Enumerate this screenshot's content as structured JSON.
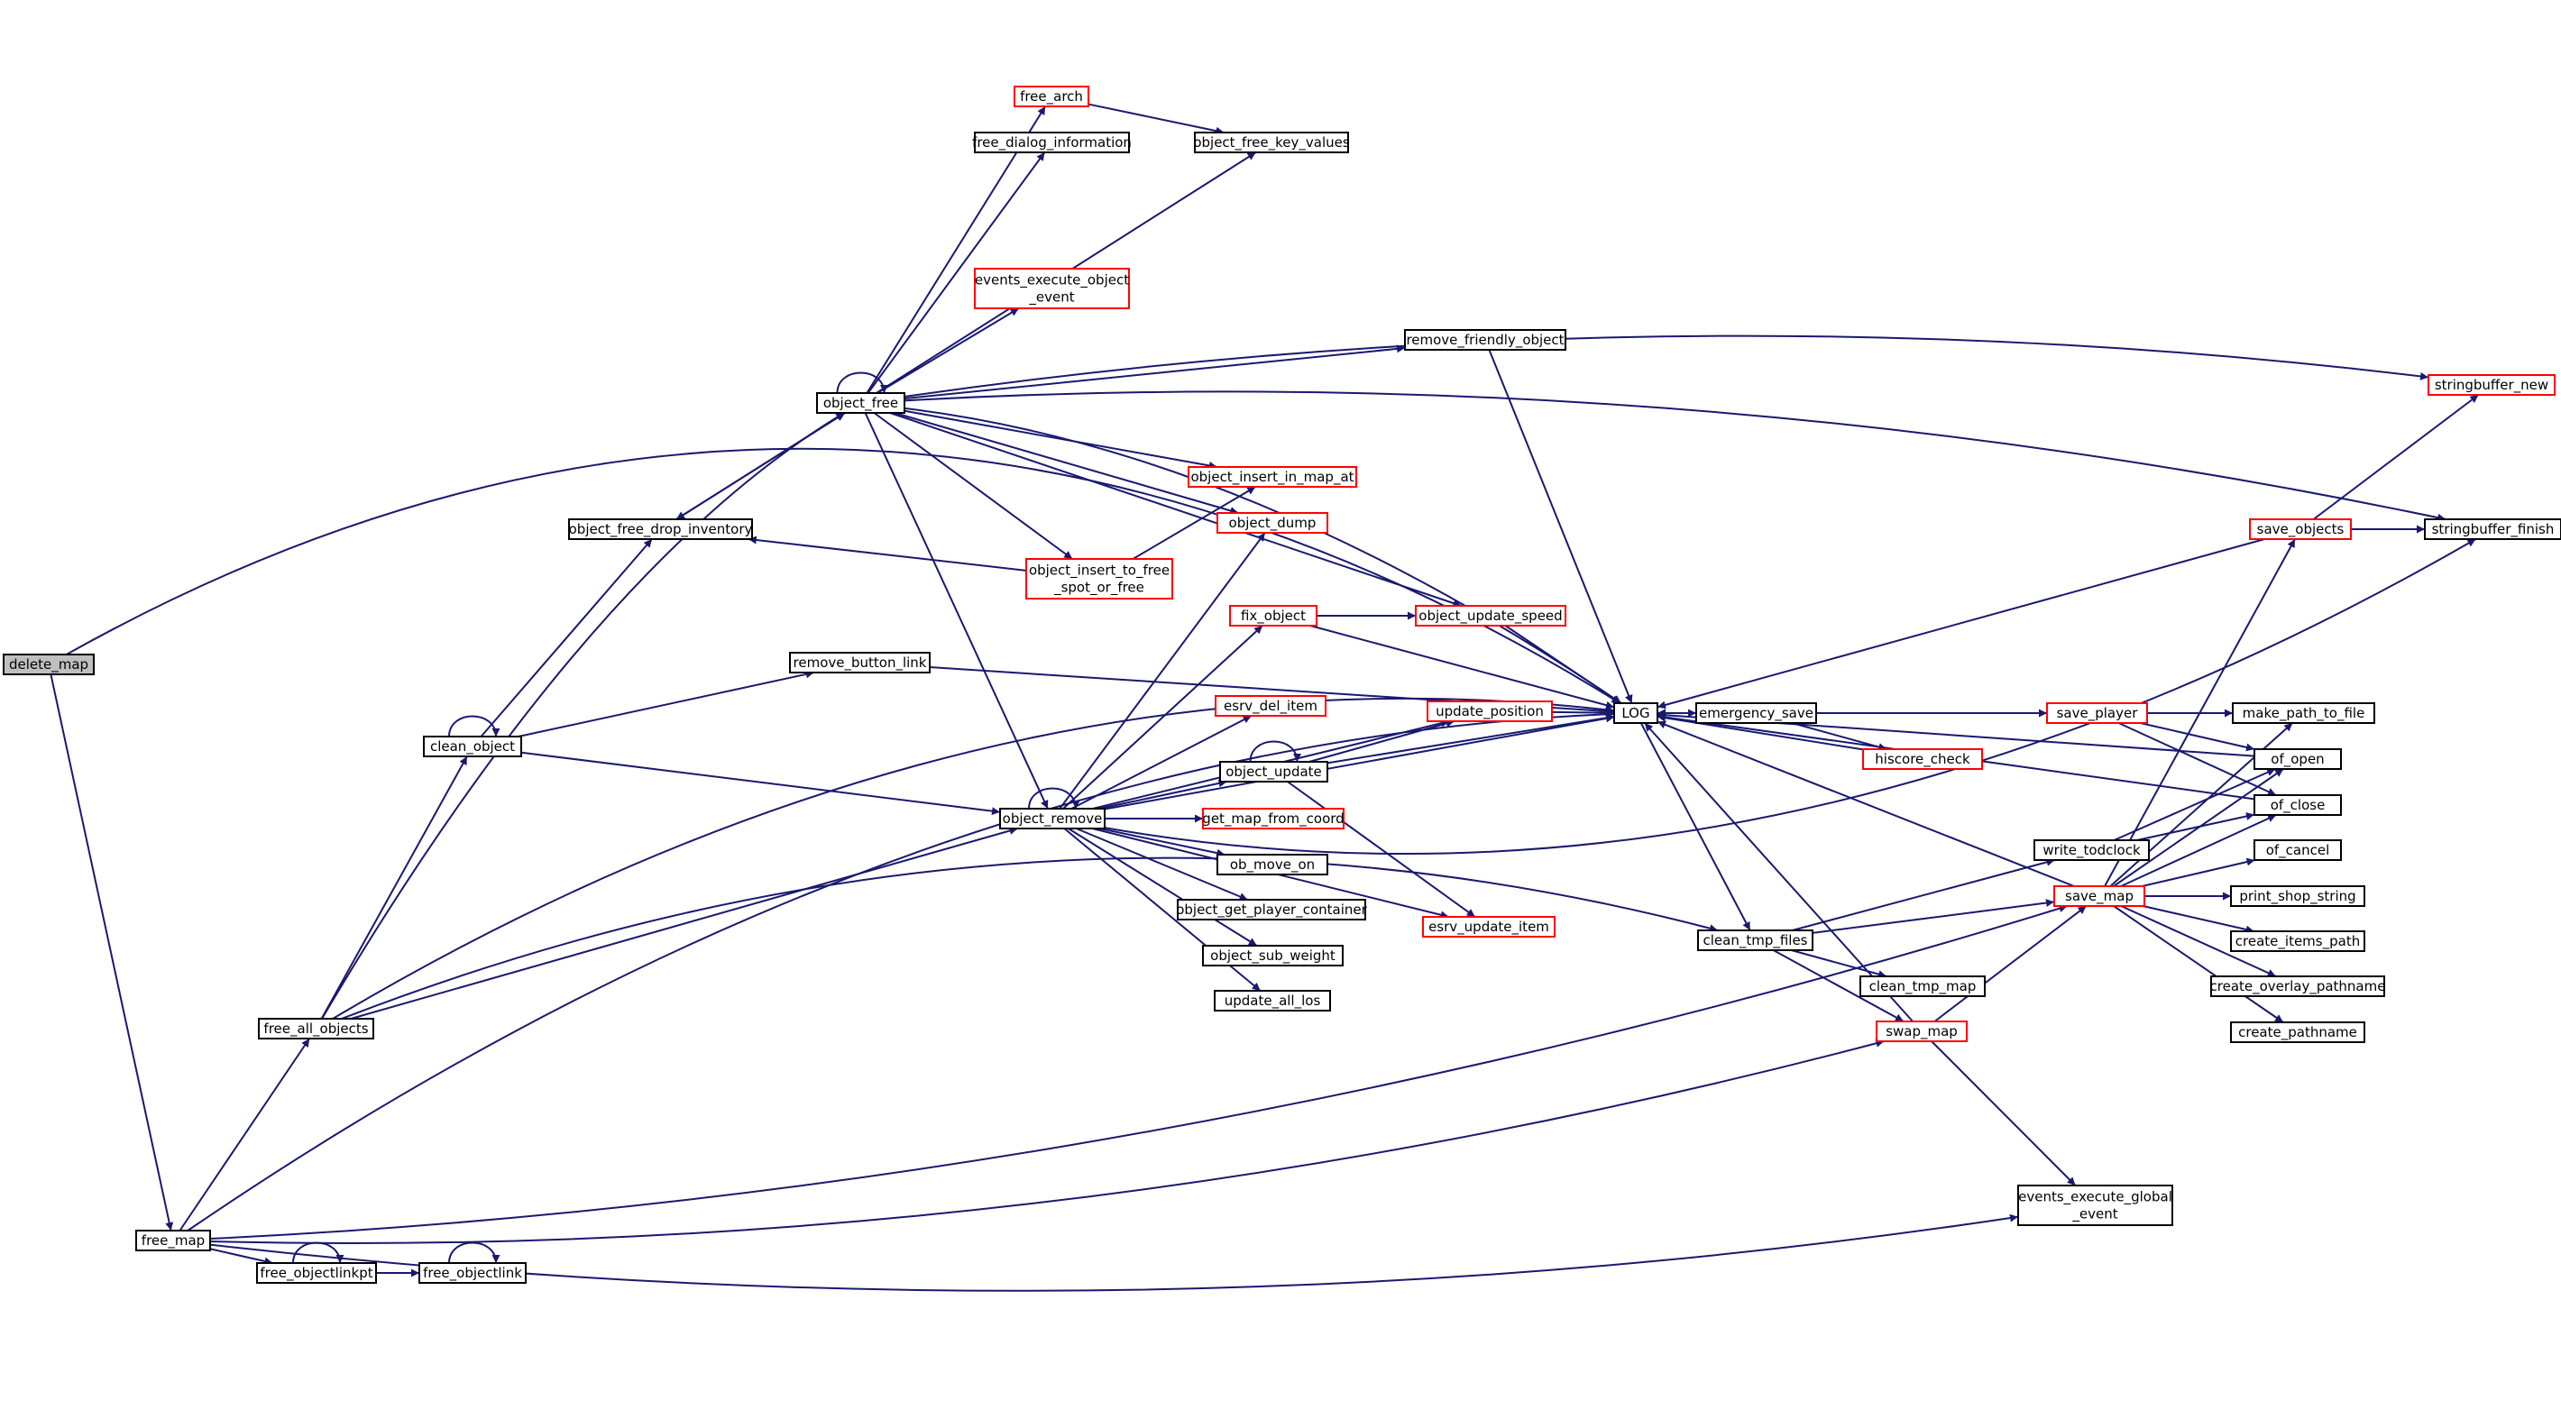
{
  "graph": {
    "nodes": [
      {
        "id": "delete_map",
        "lines": [
          "delete_map"
        ],
        "type": "root"
      },
      {
        "id": "free_map",
        "lines": [
          "free_map"
        ],
        "type": "normal"
      },
      {
        "id": "free_all_objects",
        "lines": [
          "free_all_objects"
        ],
        "type": "normal"
      },
      {
        "id": "free_objectlinkpt",
        "lines": [
          "free_objectlinkpt"
        ],
        "type": "normal"
      },
      {
        "id": "free_objectlink",
        "lines": [
          "free_objectlink"
        ],
        "type": "normal"
      },
      {
        "id": "clean_object",
        "lines": [
          "clean_object"
        ],
        "type": "normal"
      },
      {
        "id": "object_free_drop_inventory",
        "lines": [
          "object_free_drop_inventory"
        ],
        "type": "normal"
      },
      {
        "id": "object_free",
        "lines": [
          "object_free"
        ],
        "type": "normal"
      },
      {
        "id": "remove_button_link",
        "lines": [
          "remove_button_link"
        ],
        "type": "normal"
      },
      {
        "id": "free_arch",
        "lines": [
          "free_arch"
        ],
        "type": "red"
      },
      {
        "id": "free_dialog_information",
        "lines": [
          "free_dialog_information"
        ],
        "type": "normal"
      },
      {
        "id": "object_free_key_values",
        "lines": [
          "object_free_key_values"
        ],
        "type": "normal"
      },
      {
        "id": "events_execute_object_event",
        "lines": [
          "events_execute_object",
          "_event"
        ],
        "type": "red"
      },
      {
        "id": "remove_friendly_object",
        "lines": [
          "remove_friendly_object"
        ],
        "type": "normal"
      },
      {
        "id": "object_insert_in_map_at",
        "lines": [
          "object_insert_in_map_at"
        ],
        "type": "red"
      },
      {
        "id": "object_dump",
        "lines": [
          "object_dump"
        ],
        "type": "red"
      },
      {
        "id": "object_insert_to_free_spot_or_free",
        "lines": [
          "object_insert_to_free",
          "_spot_or_free"
        ],
        "type": "red"
      },
      {
        "id": "fix_object",
        "lines": [
          "fix_object"
        ],
        "type": "red"
      },
      {
        "id": "object_update_speed",
        "lines": [
          "object_update_speed"
        ],
        "type": "red"
      },
      {
        "id": "esrv_del_item",
        "lines": [
          "esrv_del_item"
        ],
        "type": "red"
      },
      {
        "id": "update_position",
        "lines": [
          "update_position"
        ],
        "type": "red"
      },
      {
        "id": "object_update",
        "lines": [
          "object_update"
        ],
        "type": "normal"
      },
      {
        "id": "object_remove",
        "lines": [
          "object_remove"
        ],
        "type": "normal"
      },
      {
        "id": "get_map_from_coord",
        "lines": [
          "get_map_from_coord"
        ],
        "type": "red"
      },
      {
        "id": "ob_move_on",
        "lines": [
          "ob_move_on"
        ],
        "type": "normal"
      },
      {
        "id": "object_get_player_container",
        "lines": [
          "object_get_player_container"
        ],
        "type": "normal"
      },
      {
        "id": "object_sub_weight",
        "lines": [
          "object_sub_weight"
        ],
        "type": "normal"
      },
      {
        "id": "update_all_los",
        "lines": [
          "update_all_los"
        ],
        "type": "normal"
      },
      {
        "id": "esrv_update_item",
        "lines": [
          "esrv_update_item"
        ],
        "type": "red"
      },
      {
        "id": "LOG",
        "lines": [
          "LOG"
        ],
        "type": "normal"
      },
      {
        "id": "emergency_save",
        "lines": [
          "emergency_save"
        ],
        "type": "normal"
      },
      {
        "id": "hiscore_check",
        "lines": [
          "hiscore_check"
        ],
        "type": "red"
      },
      {
        "id": "save_player",
        "lines": [
          "save_player"
        ],
        "type": "red"
      },
      {
        "id": "clean_tmp_files",
        "lines": [
          "clean_tmp_files"
        ],
        "type": "normal"
      },
      {
        "id": "clean_tmp_map",
        "lines": [
          "clean_tmp_map"
        ],
        "type": "normal"
      },
      {
        "id": "swap_map",
        "lines": [
          "swap_map"
        ],
        "type": "red"
      },
      {
        "id": "write_todclock",
        "lines": [
          "write_todclock"
        ],
        "type": "normal"
      },
      {
        "id": "save_map",
        "lines": [
          "save_map"
        ],
        "type": "red"
      },
      {
        "id": "events_execute_global_event",
        "lines": [
          "events_execute_global",
          "_event"
        ],
        "type": "normal"
      },
      {
        "id": "save_objects",
        "lines": [
          "save_objects"
        ],
        "type": "red"
      },
      {
        "id": "stringbuffer_new",
        "lines": [
          "stringbuffer_new"
        ],
        "type": "red"
      },
      {
        "id": "stringbuffer_finish",
        "lines": [
          "stringbuffer_finish"
        ],
        "type": "normal"
      },
      {
        "id": "make_path_to_file",
        "lines": [
          "make_path_to_file"
        ],
        "type": "normal"
      },
      {
        "id": "of_open",
        "lines": [
          "of_open"
        ],
        "type": "normal"
      },
      {
        "id": "of_close",
        "lines": [
          "of_close"
        ],
        "type": "normal"
      },
      {
        "id": "of_cancel",
        "lines": [
          "of_cancel"
        ],
        "type": "normal"
      },
      {
        "id": "print_shop_string",
        "lines": [
          "print_shop_string"
        ],
        "type": "normal"
      },
      {
        "id": "create_items_path",
        "lines": [
          "create_items_path"
        ],
        "type": "normal"
      },
      {
        "id": "create_overlay_pathname",
        "lines": [
          "create_overlay_pathname"
        ],
        "type": "normal"
      },
      {
        "id": "create_pathname",
        "lines": [
          "create_pathname"
        ],
        "type": "normal"
      }
    ],
    "edges": [
      [
        "delete_map",
        "free_map"
      ],
      [
        "delete_map",
        "LOG"
      ],
      [
        "free_map",
        "free_all_objects"
      ],
      [
        "free_map",
        "free_objectlinkpt"
      ],
      [
        "free_map",
        "LOG"
      ],
      [
        "free_map",
        "swap_map"
      ],
      [
        "free_map",
        "save_map"
      ],
      [
        "free_map",
        "events_execute_global_event"
      ],
      [
        "free_objectlinkpt",
        "free_objectlinkpt"
      ],
      [
        "free_objectlinkpt",
        "free_objectlink"
      ],
      [
        "free_objectlink",
        "free_objectlink"
      ],
      [
        "free_all_objects",
        "clean_object"
      ],
      [
        "free_all_objects",
        "object_free"
      ],
      [
        "free_all_objects",
        "object_remove"
      ],
      [
        "free_all_objects",
        "LOG"
      ],
      [
        "free_all_objects",
        "clean_tmp_files"
      ],
      [
        "clean_object",
        "clean_object"
      ],
      [
        "clean_object",
        "object_free_drop_inventory"
      ],
      [
        "clean_object",
        "remove_button_link"
      ],
      [
        "clean_object",
        "object_remove"
      ],
      [
        "object_free_drop_inventory",
        "object_free"
      ],
      [
        "object_free",
        "object_free_drop_inventory"
      ],
      [
        "object_free",
        "object_free"
      ],
      [
        "object_free",
        "free_arch"
      ],
      [
        "object_free",
        "free_dialog_information"
      ],
      [
        "object_free",
        "object_free_key_values"
      ],
      [
        "object_free",
        "events_execute_object_event"
      ],
      [
        "object_free",
        "remove_friendly_object"
      ],
      [
        "object_free",
        "object_insert_in_map_at"
      ],
      [
        "object_free",
        "object_dump"
      ],
      [
        "object_free",
        "object_insert_to_free_spot_or_free"
      ],
      [
        "object_free",
        "object_update_speed"
      ],
      [
        "object_free",
        "object_remove"
      ],
      [
        "object_free",
        "LOG"
      ],
      [
        "object_free",
        "stringbuffer_new"
      ],
      [
        "object_free",
        "stringbuffer_finish"
      ],
      [
        "free_arch",
        "object_free_key_values"
      ],
      [
        "remove_friendly_object",
        "LOG"
      ],
      [
        "object_insert_to_free_spot_or_free",
        "object_free_drop_inventory"
      ],
      [
        "object_insert_to_free_spot_or_free",
        "object_insert_in_map_at"
      ],
      [
        "remove_button_link",
        "LOG"
      ],
      [
        "object_remove",
        "object_remove"
      ],
      [
        "object_remove",
        "object_dump"
      ],
      [
        "object_remove",
        "fix_object"
      ],
      [
        "object_remove",
        "esrv_del_item"
      ],
      [
        "object_remove",
        "update_position"
      ],
      [
        "object_remove",
        "object_update"
      ],
      [
        "object_remove",
        "get_map_from_coord"
      ],
      [
        "object_remove",
        "ob_move_on"
      ],
      [
        "object_remove",
        "object_get_player_container"
      ],
      [
        "object_remove",
        "object_sub_weight"
      ],
      [
        "object_remove",
        "update_all_los"
      ],
      [
        "object_remove",
        "esrv_update_item"
      ],
      [
        "object_remove",
        "LOG"
      ],
      [
        "object_remove",
        "stringbuffer_finish"
      ],
      [
        "fix_object",
        "object_update_speed"
      ],
      [
        "fix_object",
        "LOG"
      ],
      [
        "object_update_speed",
        "LOG"
      ],
      [
        "object_update",
        "object_update"
      ],
      [
        "object_update",
        "update_position"
      ],
      [
        "object_update",
        "LOG"
      ],
      [
        "object_update",
        "esrv_update_item"
      ],
      [
        "update_position",
        "LOG"
      ],
      [
        "LOG",
        "emergency_save"
      ],
      [
        "LOG",
        "clean_tmp_files"
      ],
      [
        "emergency_save",
        "LOG"
      ],
      [
        "emergency_save",
        "save_player"
      ],
      [
        "emergency_save",
        "hiscore_check"
      ],
      [
        "hiscore_check",
        "LOG"
      ],
      [
        "save_player",
        "LOG"
      ],
      [
        "save_player",
        "make_path_to_file"
      ],
      [
        "save_player",
        "of_open"
      ],
      [
        "save_player",
        "of_close"
      ],
      [
        "clean_tmp_files",
        "write_todclock"
      ],
      [
        "clean_tmp_files",
        "save_map"
      ],
      [
        "clean_tmp_files",
        "clean_tmp_map"
      ],
      [
        "clean_tmp_files",
        "swap_map"
      ],
      [
        "swap_map",
        "LOG"
      ],
      [
        "swap_map",
        "save_map"
      ],
      [
        "swap_map",
        "events_execute_global_event"
      ],
      [
        "write_todclock",
        "of_open"
      ],
      [
        "write_todclock",
        "of_close"
      ],
      [
        "save_map",
        "LOG"
      ],
      [
        "save_map",
        "save_objects"
      ],
      [
        "save_map",
        "make_path_to_file"
      ],
      [
        "save_map",
        "of_open"
      ],
      [
        "save_map",
        "of_close"
      ],
      [
        "save_map",
        "of_cancel"
      ],
      [
        "save_map",
        "print_shop_string"
      ],
      [
        "save_map",
        "create_items_path"
      ],
      [
        "save_map",
        "create_overlay_pathname"
      ],
      [
        "save_map",
        "create_pathname"
      ],
      [
        "save_objects",
        "LOG"
      ],
      [
        "save_objects",
        "stringbuffer_new"
      ],
      [
        "save_objects",
        "stringbuffer_finish"
      ],
      [
        "make_path_to_file",
        "LOG"
      ],
      [
        "of_open",
        "LOG"
      ],
      [
        "of_close",
        "LOG"
      ]
    ]
  }
}
